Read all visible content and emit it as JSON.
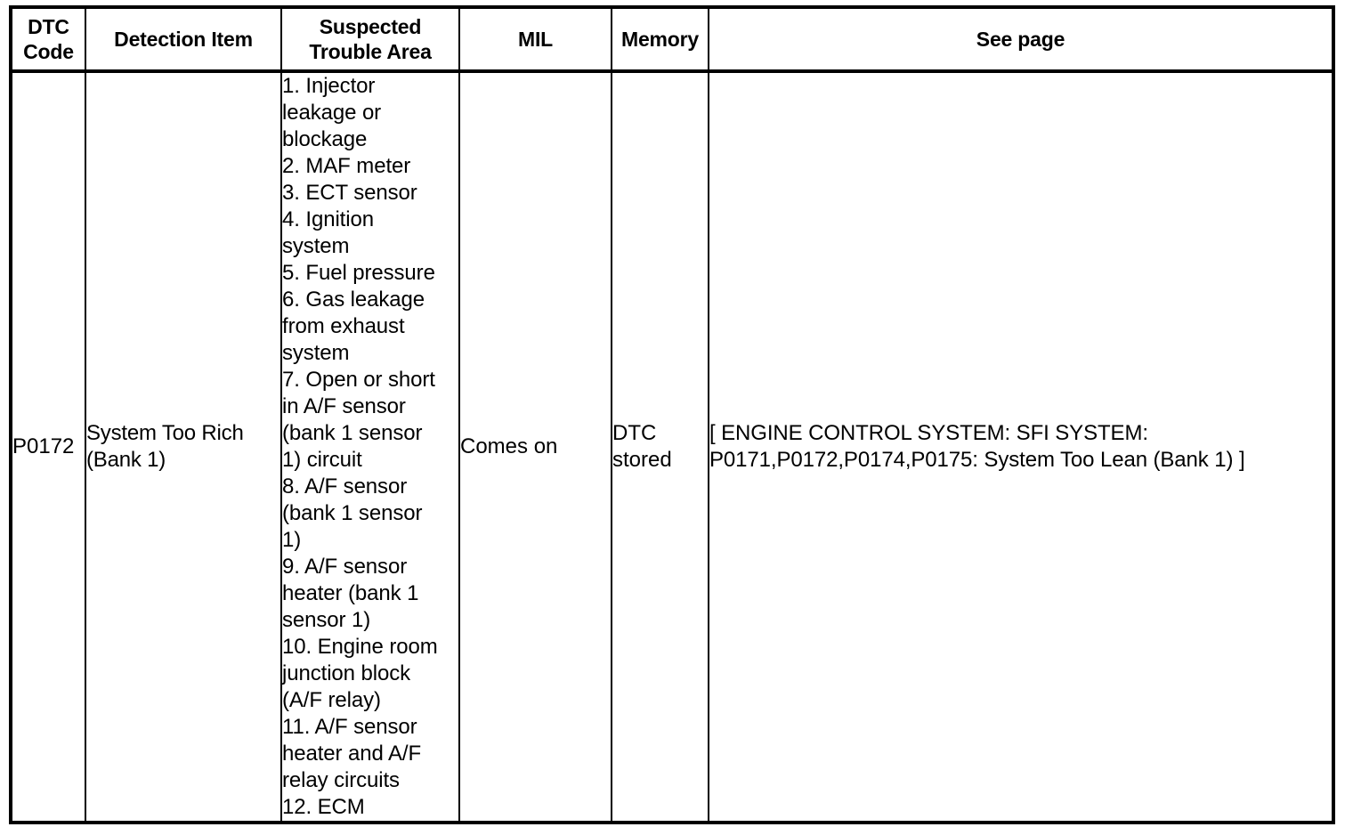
{
  "table": {
    "name": "dtc-diagnostic-trouble-code-table",
    "headers": {
      "dtc_code": "DTC\nCode",
      "detection_item": "Detection Item",
      "suspected_trouble_area": "Suspected\nTrouble Area",
      "mil": "MIL",
      "memory": "Memory",
      "see_page": "See page"
    },
    "rows": [
      {
        "dtc_code": "P0172",
        "detection_item": "System Too Rich\n(Bank 1)",
        "suspected_trouble_area": "1. Injector\nleakage or\nblockage\n2. MAF meter\n3. ECT sensor\n4. Ignition\nsystem\n5. Fuel pressure\n6. Gas leakage\nfrom exhaust\nsystem\n7. Open or short\nin A/F sensor\n(bank 1 sensor\n1) circuit\n8. A/F sensor\n(bank 1 sensor\n1)\n9. A/F sensor\nheater (bank 1\nsensor 1)\n10. Engine room\njunction block\n(A/F relay)\n11. A/F sensor\nheater and A/F\nrelay circuits\n12. ECM",
        "suspected_trouble_area_items": [
          "1. Injector leakage or blockage",
          "2. MAF meter",
          "3. ECT sensor",
          "4. Ignition system",
          "5. Fuel pressure",
          "6. Gas leakage from exhaust system",
          "7. Open or short in A/F sensor (bank 1 sensor 1) circuit",
          "8. A/F sensor (bank 1 sensor 1)",
          "9. A/F sensor heater (bank 1 sensor 1)",
          "10. Engine room junction block (A/F relay)",
          "11. A/F sensor heater and A/F relay circuits",
          "12. ECM"
        ],
        "mil": "Comes on",
        "memory": "DTC\nstored",
        "see_page": "[ ENGINE CONTROL SYSTEM: SFI SYSTEM:\nP0171,P0172,P0174,P0175: System Too Lean (Bank 1) ]"
      }
    ]
  },
  "colors": {
    "border": "#000000",
    "text": "#000000",
    "background": "#ffffff"
  }
}
